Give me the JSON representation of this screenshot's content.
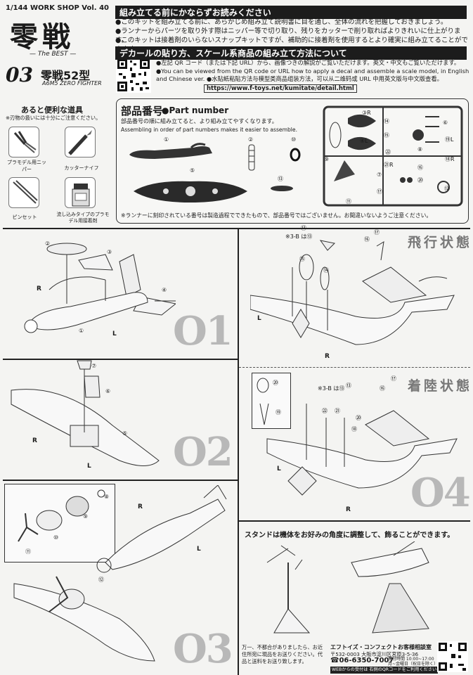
{
  "header": {
    "series": "1/144 WORK SHOP Vol. 40",
    "title_kanji": "零戦",
    "subtitle": "— The BEST —",
    "model_number": "03",
    "model_name": "零戦52型",
    "model_en": "A6M5 ZERO FIGHTER"
  },
  "tools": {
    "heading": "あると便利な道具",
    "note": "※刃物の扱いには十分にご注意ください。",
    "items": [
      {
        "label": "プラモデル用ニッパー"
      },
      {
        "label": "カッターナイフ"
      },
      {
        "label": "ピンセット"
      },
      {
        "label": "流し込みタイプのプラモデル用接着剤"
      }
    ]
  },
  "notice": {
    "title": "組み立てる前にかならずお読みください",
    "lines": [
      "●このキットを組み立てる前に、あらかじめ組み立て説明書に目を通し、全体の流れを把握しておきましょう。",
      "●ランナーからパーツを取り外す際はニッパー等で切り取り、残りをカッターで削り取ればよりきれいに仕上がります。",
      "●このキットは接着剤のいらないスナップキットですが、補助的に接着剤を使用するとより確実に組み立てることができます。"
    ]
  },
  "decal": {
    "title": "デカールの貼り方、スケール系商品の組み立て方法について",
    "text": "●左記 QR コード（または下記 URL）から、画像つきの解説がご覧いただけます。英文・中文もご覧いただけます。●You can be viewed from the QR code or URL how to apply a decal and assemble a scale model, in English and Chinese ver. ●水貼紙粘貼方法与模型类商品组装方法，可以从二维码或 URL 中用英文版与中文版查看。",
    "url": "https://www.f-toys.net/kumitate/detail.html"
  },
  "parts": {
    "title_jp": "部品番号",
    "title_en": "●Part number",
    "desc_jp": "部品番号の順に組み立てると、より組み立てやすくなります。",
    "desc_en": "Assembling in order of part numbers makes it easier to assemble.",
    "note": "※ランナーに刻印されている番号は製造過程でできたもので、部品番号ではございません。お間違いないようご注意ください。",
    "numbers": [
      "①",
      "②",
      "⑤",
      "⑩",
      "⑬"
    ],
    "runner_labels": [
      "③R",
      "⑭",
      "④L",
      "⑮",
      "⑥",
      "⑲L",
      "⑧",
      "⑱R",
      "⑨",
      "㉒",
      "⑦",
      "⑳",
      "⑯",
      "⑫",
      "⑪",
      "⑰",
      "㉑R"
    ]
  },
  "steps": {
    "s1": {
      "num": "O1",
      "parts": [
        "②",
        "③",
        "④",
        "①"
      ]
    },
    "s2": {
      "num": "O2",
      "parts": [
        "⑦",
        "⑥",
        "⑤"
      ]
    },
    "s3": {
      "num": "O3",
      "parts": [
        "⑧",
        "⑨",
        "⑩",
        "⑪",
        "⑫"
      ]
    },
    "s4": {
      "num": "O4",
      "flight": "飛行状態",
      "landing": "着陸状態",
      "note_a": "※3-B は⑬",
      "note_b": "※3-B は⑬",
      "parts_a": [
        "⑬",
        "⑮",
        "⑭",
        "⑯",
        "⑰"
      ],
      "parts_b": [
        "⑳",
        "⑲",
        "⑬",
        "⑰",
        "⑯",
        "㉒",
        "㉑",
        "⑳",
        "⑱"
      ]
    }
  },
  "stand": {
    "text": "スタンドは機体をお好みの角度に調整して、飾ることができます。"
  },
  "footer": {
    "apology": "万一、不都合がありましたら、お近住所宛に現品をお送りください。代品と送料をお送り致します。",
    "company": "エフトイズ・コンフェクト",
    "consult": "お客様相談室",
    "address": "〒532-0003 大阪市淀川区宮原3-5-36",
    "phone": "☎06-6350-7007",
    "hours": "受付時間 10:00~17:00 月~金曜日（祝日を除く）",
    "web_note": "WEBからの受付は 右側のQRコードをご利用ください"
  },
  "labels": {
    "R": "R",
    "L": "L"
  }
}
